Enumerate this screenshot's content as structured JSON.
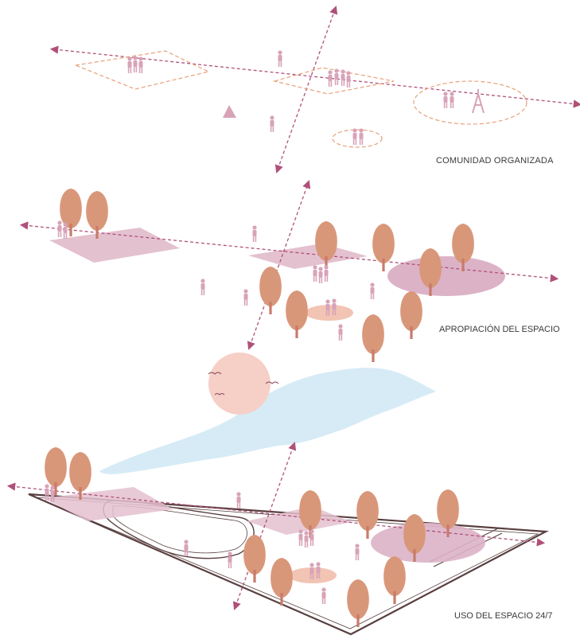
{
  "layers": [
    {
      "id": "layer-1",
      "label": "COMUNIDAD ORGANIZADA"
    },
    {
      "id": "layer-2",
      "label": "APROPIACIÓN DEL ESPACIO"
    },
    {
      "id": "layer-3",
      "label": "USO DEL ESPACIO 24/7"
    }
  ],
  "colors": {
    "arrow": "#b0507a",
    "dashed_zone": "#e8a07a",
    "tree_fill": "#d9977a",
    "tree_trunk": "#c97a6a",
    "tree_overlay": "#bf6f70",
    "pink_plane": "#e4c1cf",
    "pink_zone": "#dcb3c6",
    "sun": "#f6cfc7",
    "cloud": "#cfe8f5",
    "figures": "#d8a3b8",
    "site_outline": "#5a4040"
  }
}
